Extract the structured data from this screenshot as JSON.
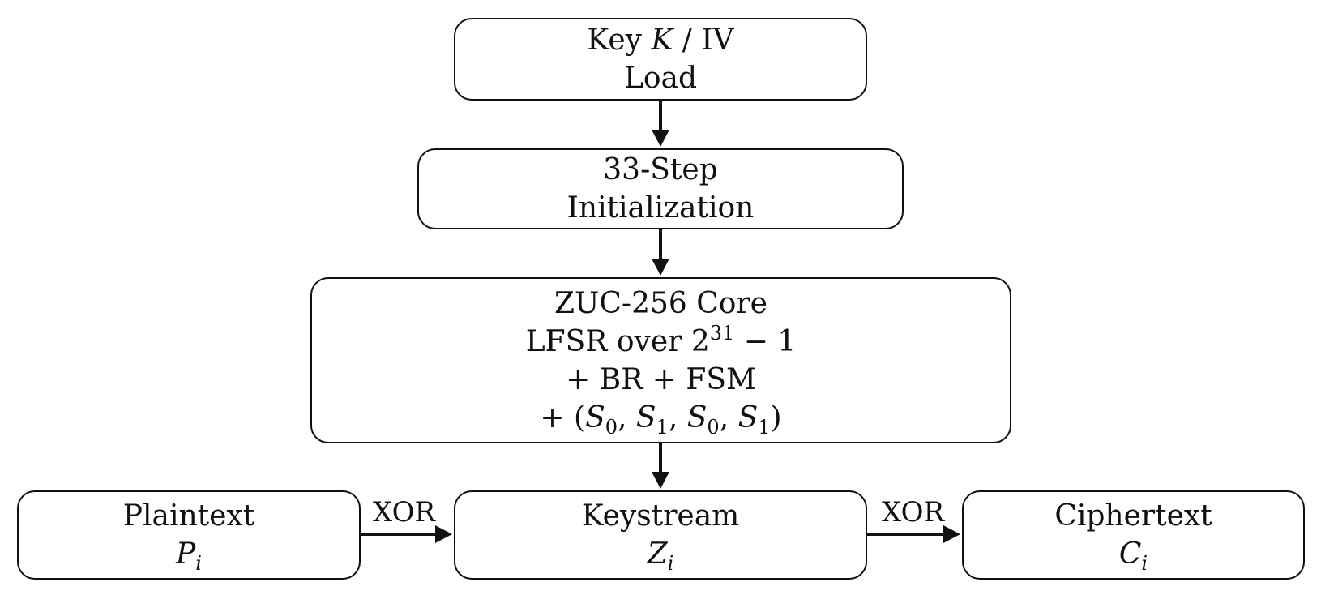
{
  "nodes": {
    "key_load": {
      "line1_pre": "Key ",
      "line1_var": "K",
      "line1_post": " / IV",
      "line2": "Load"
    },
    "initialization": {
      "line1": "33-Step",
      "line2": "Initialization"
    },
    "core": {
      "line1": "ZUC-256 Core",
      "line2_pre": "LFSR over 2",
      "line2_sup": "31",
      "line2_post": " − 1",
      "line3": "+ BR + FSM",
      "line4": {
        "prefix": "+ (",
        "s0a": "S",
        "s0a_sub": "0",
        "sep1": ", ",
        "s1a": "S",
        "s1a_sub": "1",
        "sep2": ", ",
        "s0b": "S",
        "s0b_sub": "0",
        "sep3": ", ",
        "s1b": "S",
        "s1b_sub": "1",
        "suffix": ")"
      }
    },
    "plaintext": {
      "line1": "Plaintext",
      "var": "P",
      "sub": "i"
    },
    "keystream": {
      "line1": "Keystream",
      "var": "Z",
      "sub": "i"
    },
    "ciphertext": {
      "line1": "Ciphertext",
      "var": "C",
      "sub": "i"
    }
  },
  "edges": {
    "xor_left": "XOR",
    "xor_right": "XOR"
  }
}
